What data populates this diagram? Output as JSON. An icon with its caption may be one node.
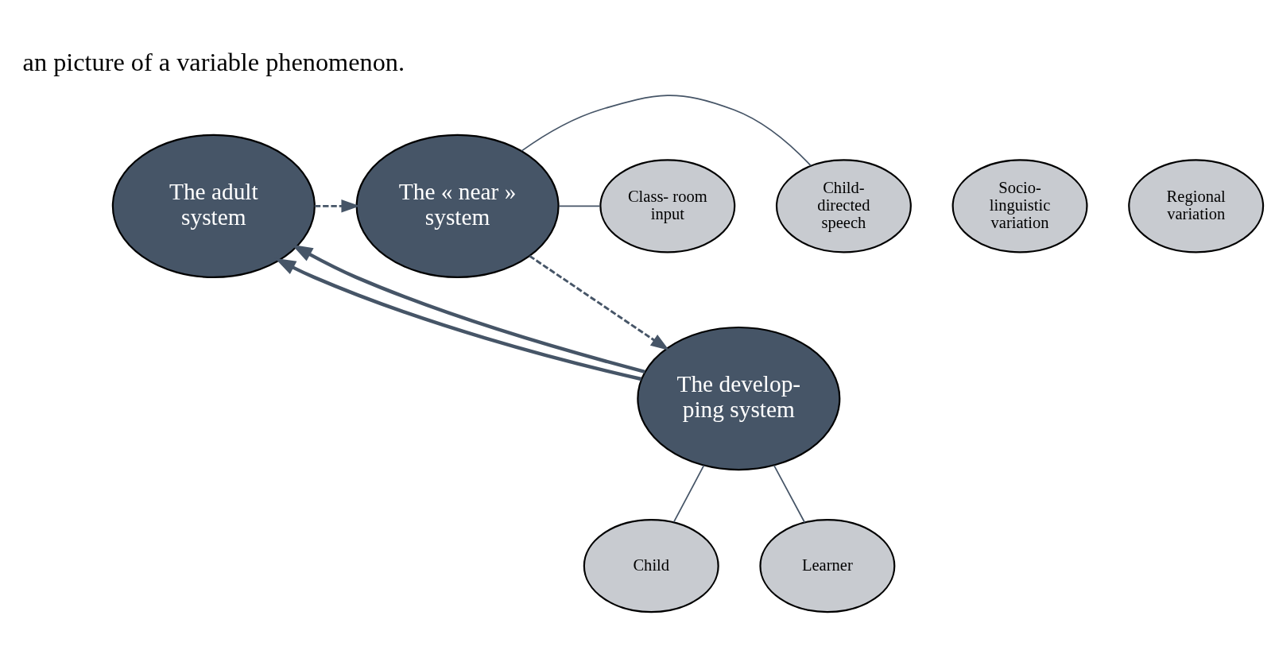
{
  "diagram": {
    "nodes": [
      {
        "text": [
          "Regional variation"
        ]
      },
      {
        "text": [
          "The adult system"
        ]
      },
      {
        "text": [
          "Child- directed speech"
        ]
      },
      {
        "text": [
          "The « near » system"
        ]
      },
      {
        "text": [
          "Socio- linguistic variation"
        ]
      },
      {
        "text": [
          "Class- room input"
        ]
      },
      {
        "text": [
          "The develop- ping system"
        ]
      },
      {
        "text": [
          "Child"
        ]
      },
      {
        "text": [
          "Learner"
        ]
      }
    ],
    "edges": [
      {
        "from": 1,
        "to": 3,
        "arrow": "to",
        "style": "dashed"
      },
      {
        "from": 3,
        "to": 6,
        "arrow": "to",
        "style": "dashed"
      },
      {
        "from": 6,
        "to": 1,
        "arrow": "to",
        "style": "thick"
      },
      {
        "from": 6,
        "to": 1,
        "arrow": "to",
        "style": "thick"
      },
      {
        "from": 3,
        "to": 2,
        "arrow": "none"
      },
      {
        "from": 3,
        "to": 5,
        "arrow": "none"
      },
      {
        "from": 6,
        "to": 7,
        "arrow": "none"
      },
      {
        "from": 6,
        "to": 8,
        "arrow": "none"
      }
    ],
    "labels": [
      "an picture of a variable phenomenon."
    ]
  }
}
